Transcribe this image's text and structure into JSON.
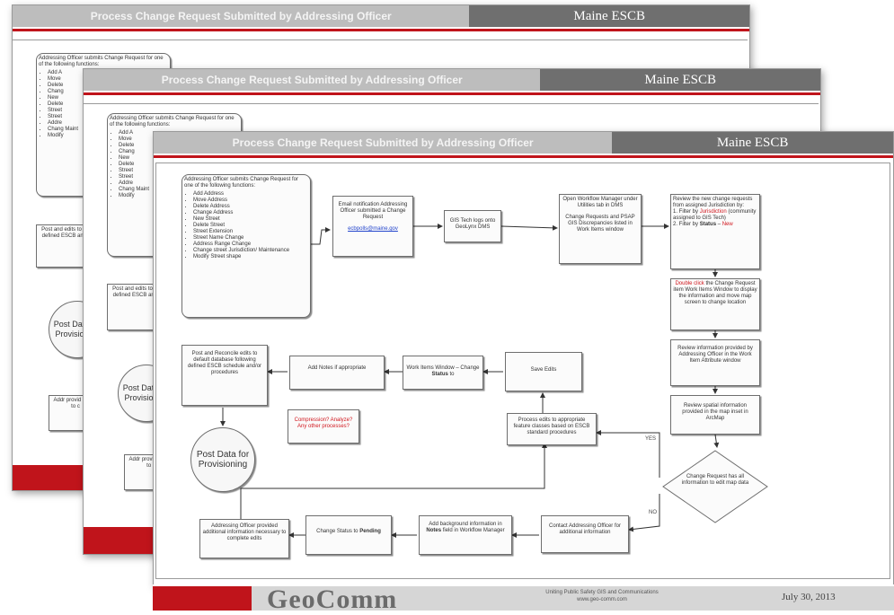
{
  "header": {
    "title": "Process Change Request Submitted by Addressing Officer",
    "org": "Maine ESCB"
  },
  "start_box": {
    "intro": "Addressing Officer submits Change Request for one of the following functions:",
    "items": [
      "Add Address",
      "Move Address",
      "Delete Address",
      "Change Address",
      "New Street",
      "Delete Street",
      "Street Extension",
      "Street Name Change",
      "Address Range Change",
      "Change street Jurisdiction/ Maintenance",
      "Modify Street shape"
    ]
  },
  "back_slide": {
    "intro": "Addressing Officer submits Change Request for one of the following functions:",
    "items": [
      "Add A",
      "Move",
      "Delete",
      "Chang",
      "New",
      "Delete",
      "Street",
      "Street",
      "Addre",
      "Chang Maint",
      "Modify"
    ],
    "post_edits_partial": "Post and edits to databas defined ESCB and/or pro",
    "post_data_partial": "Post Data for Provisioning",
    "addl_partial": "Addr provid inform to c"
  },
  "steps": {
    "notification": "Email notification Addressing Officer submitted a Change Request",
    "notification_email": "ecbpolls@maine.gov",
    "gis_tech": "GIS Tech logs onto GeoLynx DMS",
    "workflow_a": "Open Workflow Manager under Utilities tab in DMS",
    "workflow_b": "Change Requests and PSAP GIS Discrepancies listed in Work Items window",
    "review_a": "Review the new change requests from assigned Jurisdiction by:",
    "review_1a": "1. Filter by ",
    "review_1b": "Jurisdiction",
    "review_1c": " (community assigned to GIS Tech)",
    "review_2a": "2. Filter by ",
    "review_2b": "Status",
    "review_2c": " – ",
    "review_2d": "New",
    "dblclick_a": "Double click",
    "dblclick_b": " the Change Request item Work Items Window to display the information and move map screen to change location",
    "review_info": "Review information provided by Addressing Officer in the Work Item Attribute window",
    "review_spatial": "Review spatial information provided in the map inset in ArcMap",
    "decision": "Change Request has all information to edit map data",
    "yes": "YES",
    "no": "NO",
    "process_edits": "Process edits to appropriate feature classes based on ESCB standard procedures",
    "save_edits": "Save Edits",
    "work_items_a": "Work Items Window – Change ",
    "work_items_b": "Status",
    "work_items_c": " to",
    "add_notes": "Add Notes if appropriate",
    "post_reconcile": "Post and Reconcile edits to default database following defined ESCB schedule and/or procedures",
    "post_data": "Post Data for Provisioning",
    "compression": "Compression? Analyze? Any other processes?",
    "contact": "Contact Addressing Officer for additional information",
    "add_background_a": "Add background information in ",
    "add_background_b": "Notes",
    "add_background_c": " field in Workflow Manager",
    "change_status_a": "Change Status to ",
    "change_status_b": "Pending",
    "officer_provided": "Addressing Officer provided additional information necessary to complete edits"
  },
  "footer": {
    "logo": "GeoComm",
    "tagline_1": "Uniting Public Safety GIS and Communications",
    "tagline_2": "www.geo-comm.com",
    "date": "July 30, 2013"
  },
  "colors": {
    "accent_red": "#c0141b",
    "header_light": "#bdbdbd",
    "header_dark": "#6f6f6f"
  }
}
